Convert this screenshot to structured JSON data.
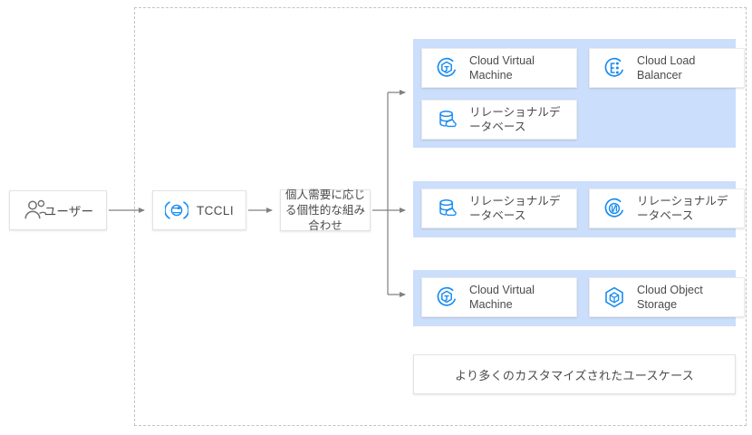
{
  "diagram": {
    "title": "TCCLI custom combination use cases flow",
    "colors": {
      "group_background": "#cbdefb",
      "icon_blue": "#1a8cf0",
      "arrow_gray": "#808080",
      "text_gray": "#4b4b4b",
      "dashed_border": "#c2c2c2"
    }
  },
  "user_node": {
    "label": "ユーザー",
    "icon": "users-icon"
  },
  "tccli_node": {
    "label": "TCCLI",
    "icon": "tccli-icon"
  },
  "note_node": {
    "label": "個人需要に応じる個性的な組み合わせ"
  },
  "groups": [
    {
      "name": "group-1",
      "cards": [
        {
          "label": "Cloud Virtual Machine",
          "icon": "cloud-virtual-machine-icon"
        },
        {
          "label": "Cloud Load Balancer",
          "icon": "cloud-load-balancer-icon"
        },
        {
          "label": "リレーショナルデータベース",
          "icon": "relational-database-icon"
        }
      ]
    },
    {
      "name": "group-2",
      "cards": [
        {
          "label": "リレーショナルデータベース",
          "icon": "relational-database-icon"
        },
        {
          "label": "リレーショナルデータベース",
          "icon": "relational-database-alt-icon"
        }
      ]
    },
    {
      "name": "group-3",
      "cards": [
        {
          "label": "Cloud Virtual Machine",
          "icon": "cloud-virtual-machine-icon"
        },
        {
          "label": "Cloud Object Storage",
          "icon": "cloud-object-storage-icon"
        }
      ]
    }
  ],
  "footer_node": {
    "label": "より多くのカスタマイズされたユースケース"
  }
}
